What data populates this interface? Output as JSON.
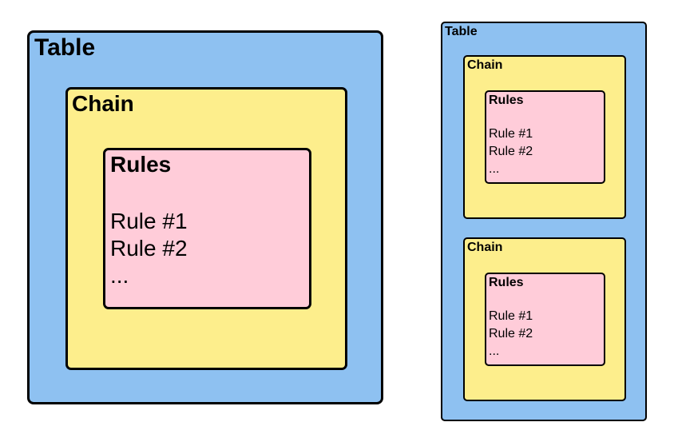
{
  "left_diagram": {
    "table_label": "Table",
    "chain_label": "Chain",
    "rules_label": "Rules",
    "rule_lines": [
      "Rule #1",
      "Rule #2",
      "..."
    ]
  },
  "right_diagram": {
    "table_label": "Table",
    "chains": [
      {
        "chain_label": "Chain",
        "rules_label": "Rules",
        "rule_lines": [
          "Rule #1",
          "Rule #2",
          "..."
        ]
      },
      {
        "chain_label": "Chain",
        "rules_label": "Rules",
        "rule_lines": [
          "Rule #1",
          "Rule #2",
          "..."
        ]
      }
    ]
  },
  "colors": {
    "table": "#8ec1f1",
    "chain": "#fdee8c",
    "rules": "#ffccd9",
    "border": "#000000"
  }
}
